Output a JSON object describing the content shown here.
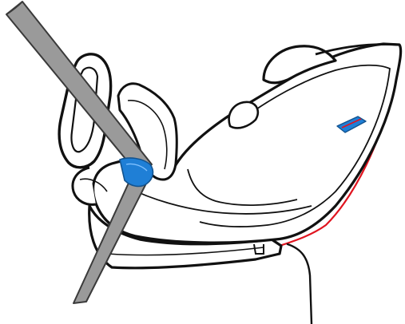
{
  "diagram": {
    "subject": "car-seat-installation-illustration",
    "colors": {
      "outline": "#111111",
      "belt_fill": "#9a9a9a",
      "belt_edge": "#3a3a3a",
      "guide_blue": "#1f7fd6",
      "guide_blue_dark": "#12538f",
      "tether_red": "#e0141f",
      "seat_fill": "#ffffff"
    },
    "icons": [
      "seat-belt",
      "belt-guide",
      "shoulder-pad-marker",
      "tether-strap"
    ]
  }
}
